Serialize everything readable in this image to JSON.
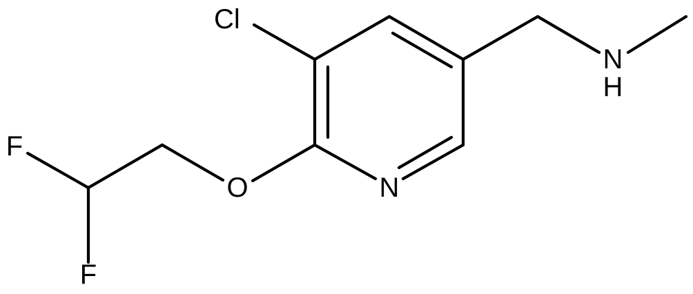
{
  "molecule": {
    "atoms": {
      "cl": "Cl",
      "n_ring": "N",
      "o": "O",
      "n_amine": "N",
      "h_amine": "H",
      "f1": "F",
      "f2": "F"
    }
  },
  "colors": {
    "bond": "#000000",
    "label": "#000000",
    "background": "#ffffff"
  }
}
